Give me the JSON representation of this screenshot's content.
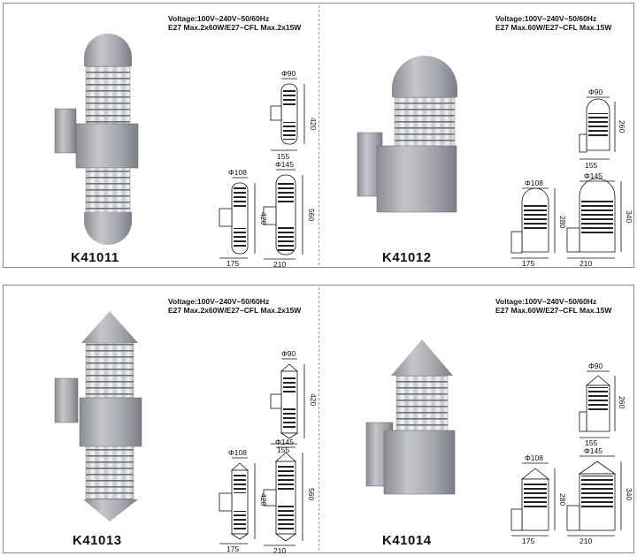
{
  "products": [
    {
      "code": "K41011",
      "voltage": "Voltage:100V~240V~50/60Hz",
      "power": "E27 Max.2x60W/E27~CFL Max.2x15W",
      "dims": {
        "small": {
          "dia": "Φ90",
          "height": "420",
          "width": "155"
        },
        "mid": {
          "dia": "Φ108",
          "height": "420",
          "width": "175"
        },
        "large": {
          "dia": "Φ145",
          "height": "560",
          "width": "210"
        }
      }
    },
    {
      "code": "K41012",
      "voltage": "Voltage:100V~240V~50/60Hz",
      "power": "E27 Max.60W/E27~CFL Max.15W",
      "dims": {
        "small": {
          "dia": "Φ90",
          "height": "260",
          "width": "155"
        },
        "mid": {
          "dia": "Φ108",
          "height": "280",
          "width": "175"
        },
        "large": {
          "dia": "Φ145",
          "height": "340",
          "width": "210"
        }
      }
    },
    {
      "code": "K41013",
      "voltage": "Voltage:100V~240V~50/60Hz",
      "power": "E27 Max.2x60W/E27~CFL Max.2x15W",
      "dims": {
        "small": {
          "dia": "Φ90",
          "height": "420",
          "width": "155"
        },
        "mid": {
          "dia": "Φ108",
          "height": "420",
          "width": "175"
        },
        "large": {
          "dia": "Φ145",
          "height": "560",
          "width": "210"
        }
      }
    },
    {
      "code": "K41014",
      "voltage": "Voltage:100V~240V~50/60Hz",
      "power": "E27 Max.60W/E27~CFL Max.15W",
      "dims": {
        "small": {
          "dia": "Φ90",
          "height": "260",
          "width": "155"
        },
        "mid": {
          "dia": "Φ108",
          "height": "280",
          "width": "175"
        },
        "large": {
          "dia": "Φ145",
          "height": "340",
          "width": "210"
        }
      }
    }
  ],
  "colors": {
    "lamp_body": "#a8aab0",
    "lamp_dark": "#7d8086",
    "glass": "#d9dde2",
    "line": "#111111"
  }
}
